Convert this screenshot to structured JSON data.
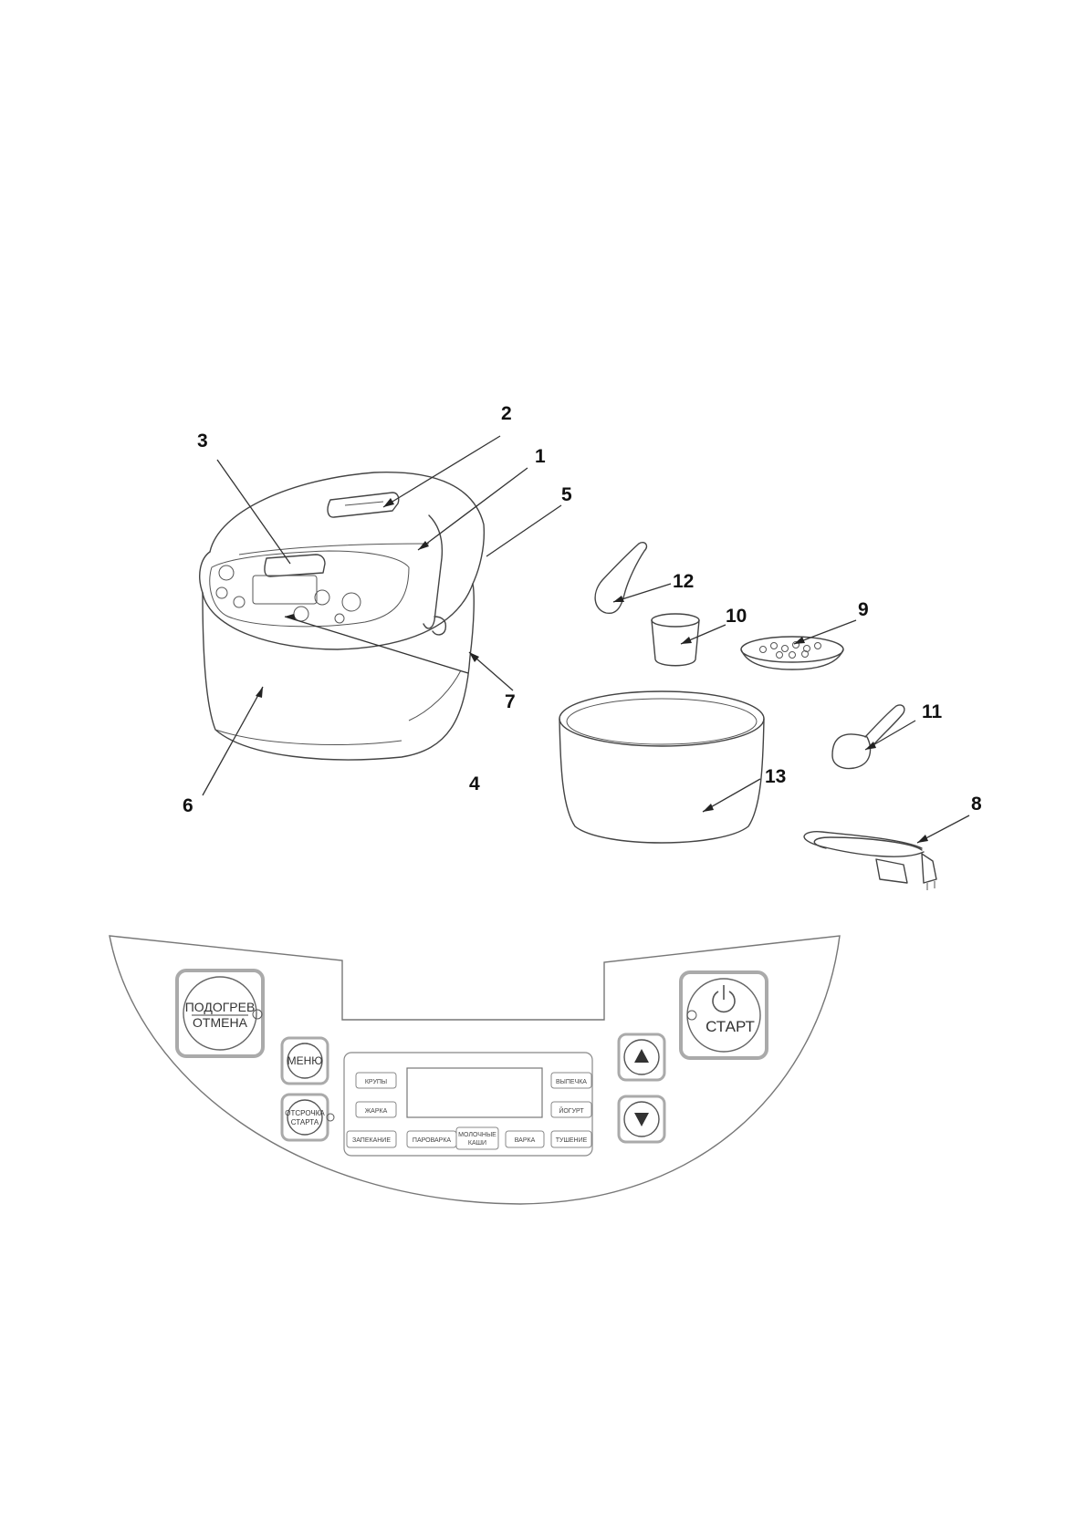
{
  "callouts": {
    "c1": "1",
    "c2": "2",
    "c3": "3",
    "c4": "4",
    "c5": "5",
    "c6": "6",
    "c7": "7",
    "c8": "8",
    "c9": "9",
    "c10": "10",
    "c11": "11",
    "c12": "12",
    "c13": "13"
  },
  "panel": {
    "warm_cancel_line1": "ПОДОГРЕВ",
    "warm_cancel_line2": "ОТМЕНА",
    "start_label": "СТАРТ",
    "menu_label": "МЕНЮ",
    "delay_line1": "ОТСРОЧКА",
    "delay_line2": "СТАРТА",
    "up_icon": "triangle-up-icon",
    "down_icon": "triangle-down-icon",
    "power_icon": "power-icon",
    "programs": {
      "krupy": "КРУПЫ",
      "zharka": "ЖАРКА",
      "zapekanie": "ЗАПЕКАНИЕ",
      "parovarka": "ПАРОВАРКА",
      "molochnye_line1": "МОЛОЧНЫЕ",
      "molochnye_line2": "КАШИ",
      "varka": "ВАРКА",
      "tushenie": "ТУШЕНИЕ",
      "vypechka": "ВЫПЕЧКА",
      "yogurt": "ЙОГУРТ"
    }
  }
}
